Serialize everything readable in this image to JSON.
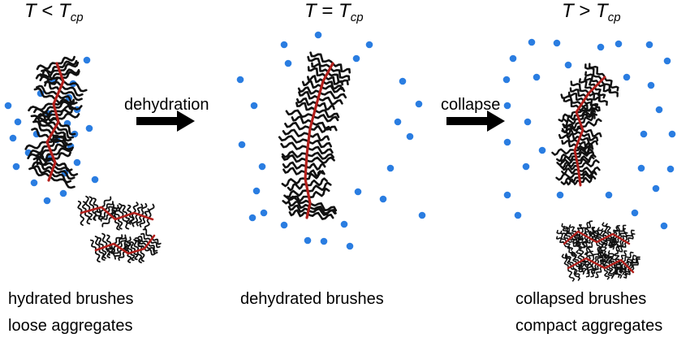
{
  "colors": {
    "water": "#2a7de1",
    "backbone": "#b3201c",
    "brush": "#111111",
    "arrow": "#000000"
  },
  "panels": [
    {
      "header": {
        "var": "T",
        "op": "<",
        "sym": "T",
        "sub": "cp"
      },
      "captions": [
        "hydrated brushes",
        "loose aggregates"
      ]
    },
    {
      "header": {
        "var": "T",
        "op": "=",
        "sym": "T",
        "sub": "cp"
      },
      "captions": [
        "dehydrated brushes"
      ]
    },
    {
      "header": {
        "var": "T",
        "op": ">",
        "sym": "T",
        "sub": "cp"
      },
      "captions": [
        "collapsed brushes",
        "compact aggregates"
      ]
    }
  ],
  "steps": [
    {
      "label": "dehydration"
    },
    {
      "label": "collapse"
    }
  ]
}
